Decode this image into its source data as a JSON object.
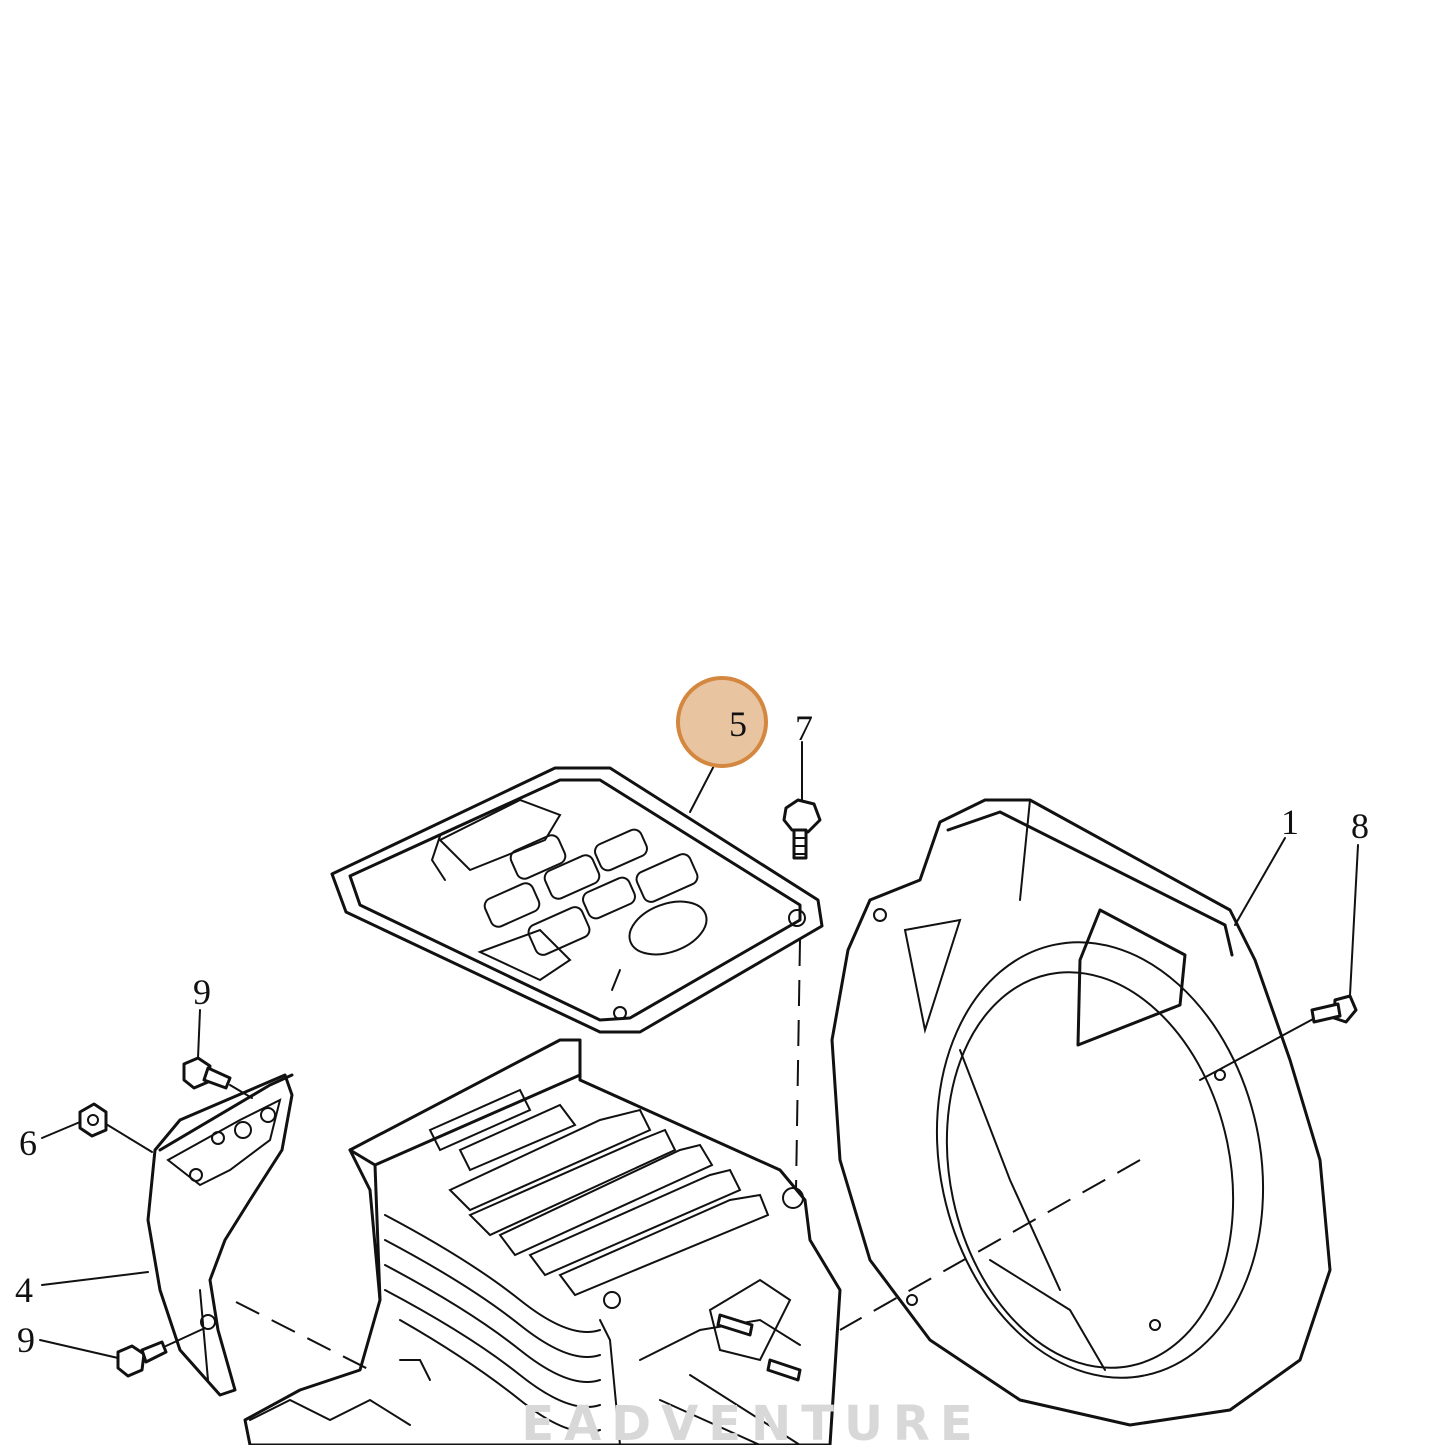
{
  "callouts": [
    {
      "id": "label-1",
      "text": "1"
    },
    {
      "id": "label-4",
      "text": "4"
    },
    {
      "id": "label-5",
      "text": "5",
      "highlighted": true
    },
    {
      "id": "label-6",
      "text": "6"
    },
    {
      "id": "label-7",
      "text": "7"
    },
    {
      "id": "label-8",
      "text": "8"
    },
    {
      "id": "label-9-top",
      "text": "9"
    },
    {
      "id": "label-9-bottom",
      "text": "9"
    }
  ],
  "highlight_color": "#e9c4a0",
  "highlight_stroke": "#d4873e",
  "watermark": "EADVENTURE"
}
